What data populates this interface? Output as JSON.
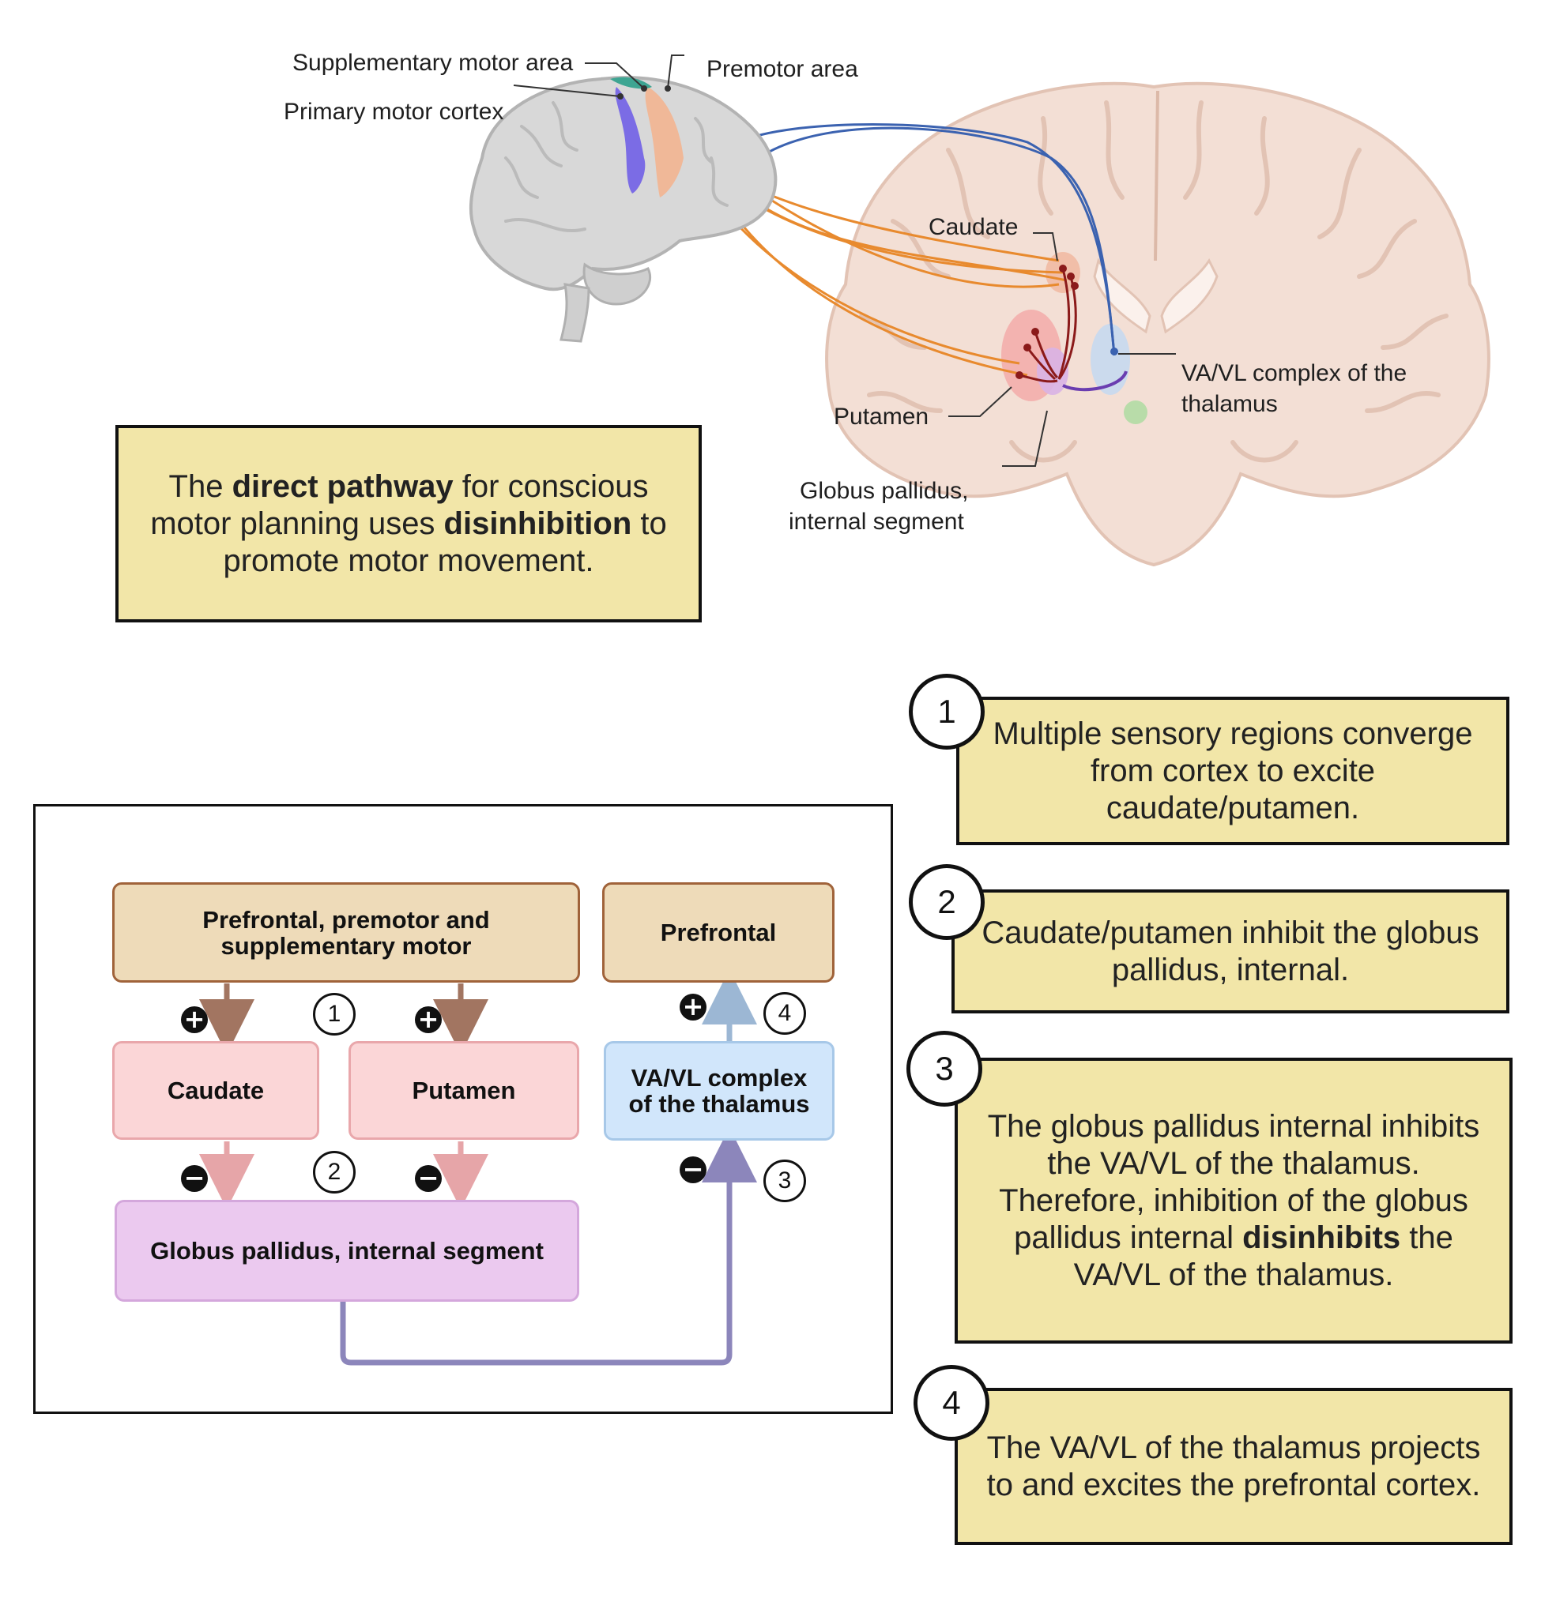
{
  "labels": {
    "supplementary_motor_area": "Supplementary motor area",
    "premotor_area": "Premotor area",
    "primary_motor_cortex": "Primary motor cortex",
    "caudate": "Caudate",
    "putamen": "Putamen",
    "vavl_line1": "VA/VL complex of the",
    "vavl_line2": "thalamus",
    "gpi_line1": "Globus pallidus,",
    "gpi_line2": "internal segment"
  },
  "summary": {
    "pre1": "The ",
    "bold1": "direct pathway",
    "mid1": " for conscious motor planning uses ",
    "bold2": "disinhibition",
    "post": " to promote motor movement."
  },
  "flowchart": {
    "cortex_line1": "Prefrontal, premotor and",
    "cortex_line2": "supplementary motor",
    "prefrontal": "Prefrontal",
    "caudate": "Caudate",
    "putamen": "Putamen",
    "thalamus_line1": "VA/VL complex",
    "thalamus_line2": "of the thalamus",
    "gpi": "Globus pallidus, internal segment",
    "plus": "+",
    "minus": "−",
    "n1": "1",
    "n2": "2",
    "n3": "3",
    "n4": "4"
  },
  "steps": [
    {
      "num": "1",
      "text": "Multiple sensory regions converge from cortex to excite caudate/putamen."
    },
    {
      "num": "2",
      "text": "Caudate/putamen inhibit the globus pallidus, internal."
    },
    {
      "num": "3",
      "pre": "The globus pallidus internal inhibits the VA/VL of the thalamus. Therefore, inhibition of the globus pallidus internal ",
      "bold": "disinhibits",
      "post": " the VA/VL of the thalamus."
    },
    {
      "num": "4",
      "text": "The VA/VL of the thalamus projects to and excites the prefrontal cortex."
    }
  ],
  "colors": {
    "panel_yellow": "#f2e6a8",
    "cortex_box": "#eedbb9",
    "striatum_box": "#fbd6d7",
    "gpi_box": "#ebc9ef",
    "thalamus_box": "#d1e6fb",
    "excitatory_arrow": "#a27561",
    "inhibitory_arrow": "#e6a5a8",
    "gpi_thalamus_arrow": "#8c86bb",
    "thalamus_cortex_arrow": "#9cb7d4",
    "orange_axon": "#e88a2e",
    "blue_axon": "#3b62b0",
    "dark_red_axon": "#8b1a1a"
  }
}
